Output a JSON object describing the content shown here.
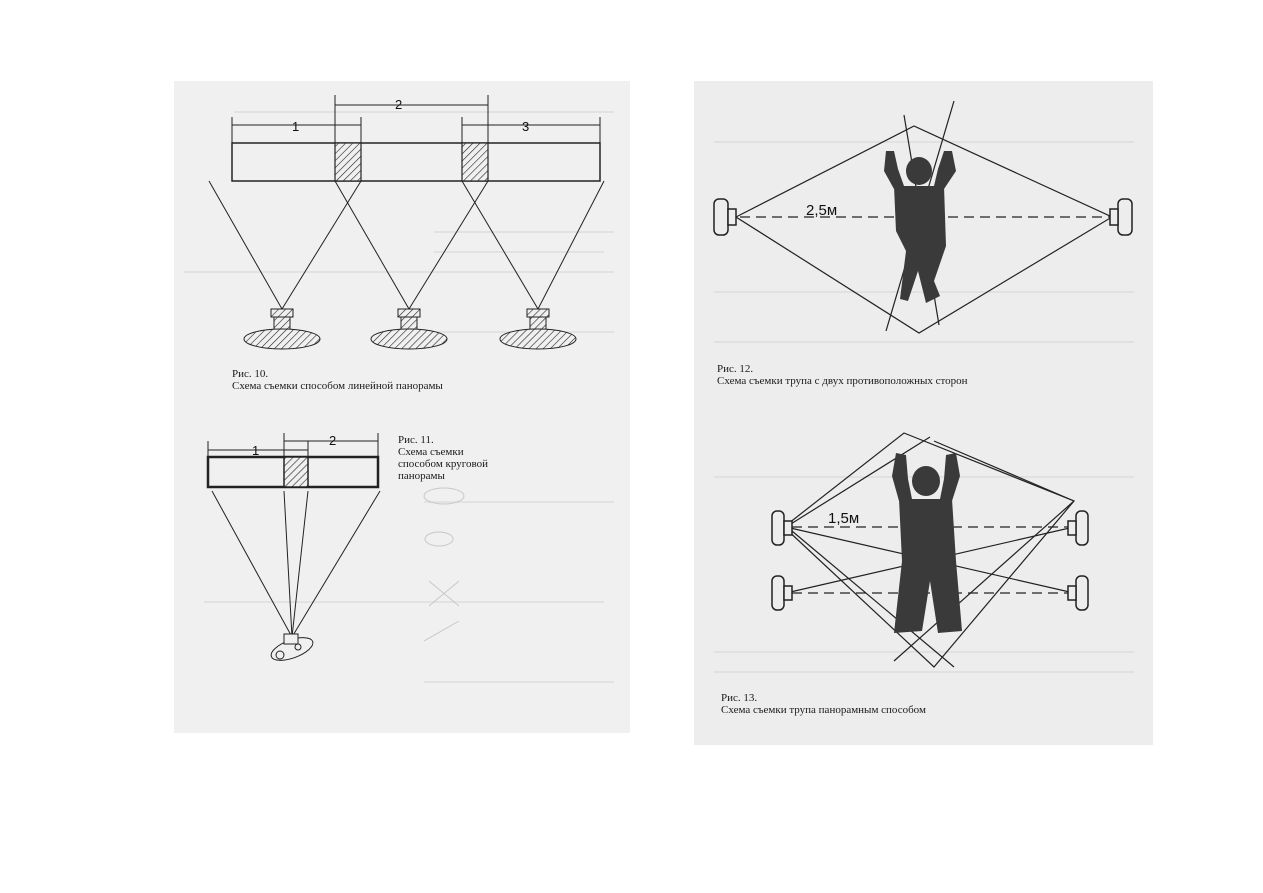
{
  "colors": {
    "page_left": "#f0f0f0",
    "page_right": "#ededed",
    "ink": "#1a1a1a",
    "figure_silhouette": "#3a3a3a"
  },
  "fig10": {
    "caption_num": "Рис. 10.",
    "caption_text": "Схема съемки способом линейной панорамы",
    "labels": [
      "1",
      "2",
      "3"
    ]
  },
  "fig11": {
    "caption_num": "Рис. 11.",
    "caption_lines": [
      "Схема съемки",
      "способом круговой",
      "панорамы"
    ],
    "labels": [
      "1",
      "2"
    ]
  },
  "fig12": {
    "caption_num": "Рис. 12.",
    "caption_text": "Схема съемки трупа с двух противоположных сторон",
    "distance": "2,5м"
  },
  "fig13": {
    "caption_num": "Рис. 13.",
    "caption_text": "Схема съемки трупа панорамным способом",
    "distance": "1,5м"
  }
}
